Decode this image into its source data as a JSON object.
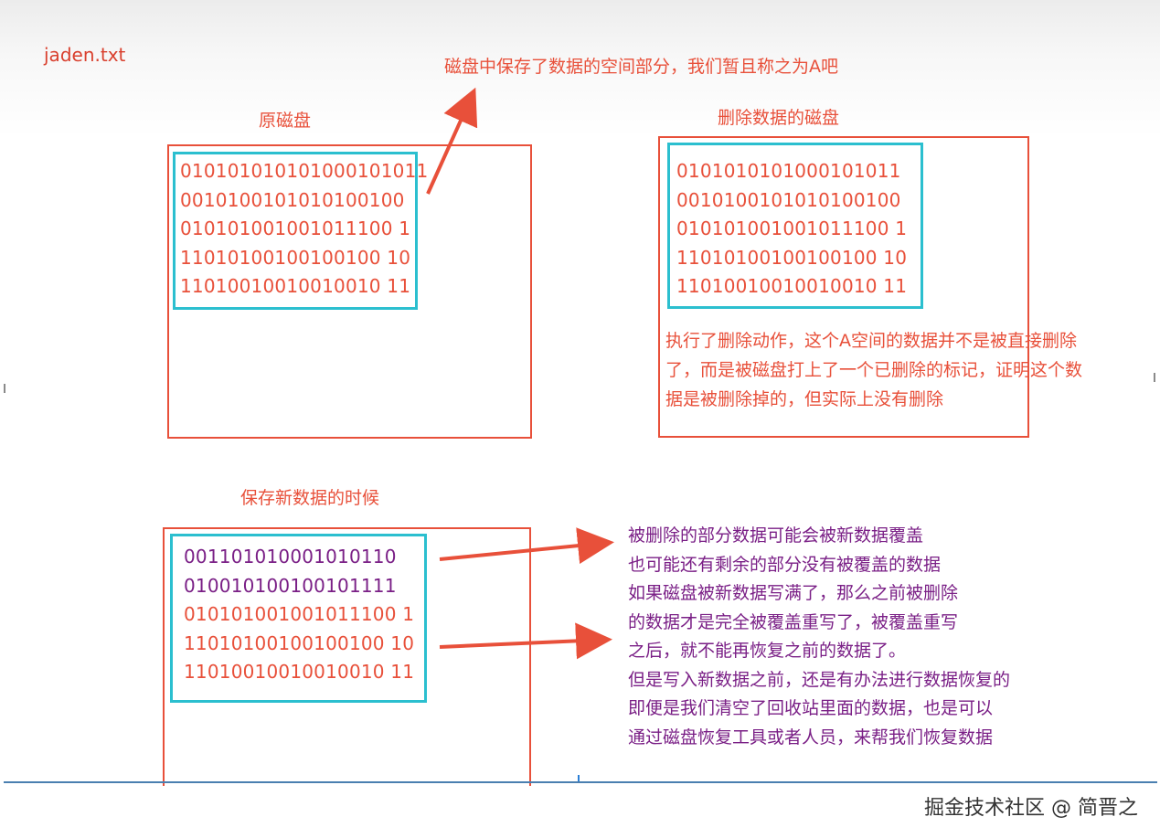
{
  "filename": "jaden.txt",
  "callout_top": "磁盘中保存了数据的空间部分，我们暂且称之为A吧",
  "original_disk": {
    "title": "原磁盘",
    "lines": [
      "010101010101000101011",
      "0010100101010100100",
      "010101001001011100 1",
      "11010100100100100 10",
      "11010010010010010 11"
    ]
  },
  "deleted_disk": {
    "title": "删除数据的磁盘",
    "lines": [
      "0101010101000101011",
      "0010100101010100100",
      "010101001001011100 1",
      "11010100100100100 10",
      "11010010010010010 11"
    ],
    "note": [
      "执行了删除动作，这个A空间的数据并不是被直接删除",
      "了，而是被磁盘打上了一个已删除的标记，证明这个数",
      "据是被删除掉的，但实际上没有删除"
    ]
  },
  "new_data": {
    "title": "保存新数据的时候",
    "new_lines": [
      "001101010001010110",
      "010010100100101111"
    ],
    "old_lines": [
      "010101001001011100 1",
      "11010100100100100 10",
      "11010010010010010 11"
    ],
    "note": [
      "被删除的部分数据可能会被新数据覆盖",
      "也可能还有剩余的部分没有被覆盖的数据",
      "如果磁盘被新数据写满了，那么之前被删除",
      "的数据才是完全被覆盖重写了，被覆盖重写",
      "之后，就不能再恢复之前的数据了。",
      "但是写入新数据之前，还是有办法进行数据恢复的",
      "即便是我们清空了回收站里面的数据，也是可以",
      "通过磁盘恢复工具或者人员，来帮我们恢复数据"
    ]
  },
  "watermark": "掘金技术社区 @ 简晋之",
  "colors": {
    "red": "#e8503a",
    "cyan": "#2bbfcf",
    "purple": "#7a1f86"
  }
}
